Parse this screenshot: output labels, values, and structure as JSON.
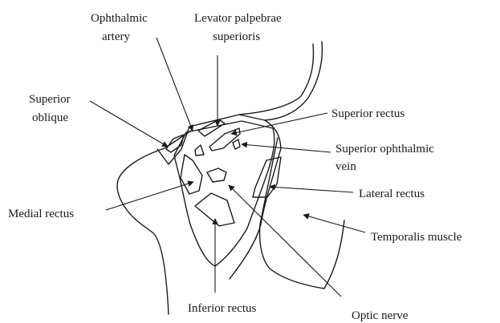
{
  "labels": {
    "ophthalmic_artery": [
      "Ophthalmic",
      "artery"
    ],
    "levator_palpebrae_superioris": [
      "Levator palpebrae",
      "superioris"
    ],
    "superior_oblique": [
      "Superior",
      "oblique"
    ],
    "superior_rectus": [
      "Superior rectus"
    ],
    "superior_ophthalmic_vein": [
      "Superior ophthalmic",
      "vein"
    ],
    "lateral_rectus": [
      "Lateral rectus"
    ],
    "medial_rectus": [
      "Medial rectus"
    ],
    "temporalis_muscle": [
      "Temporalis muscle"
    ],
    "inferior_rectus": [
      "Inferior rectus"
    ],
    "optic_nerve": [
      "Optic nerve"
    ]
  }
}
